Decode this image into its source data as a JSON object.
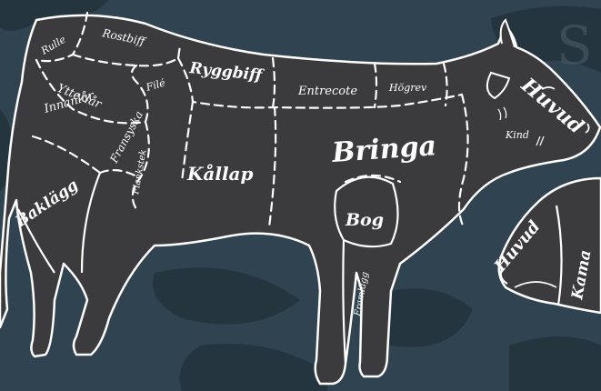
{
  "colors": {
    "background": "#2f4450",
    "texture": "#1c2a31",
    "animal_fill": "#3b3b3d",
    "outline": "#ffffff"
  },
  "cow": {
    "cuts": {
      "rulle": "Rulle",
      "rostbiff": "Rostbiff",
      "file": "Filé",
      "ryggbiff": "Ryggbiff",
      "entrecote": "Entrecote",
      "hogrev": "Högrev",
      "huvud": "Huvud",
      "kind": "Kind",
      "ytterlar": "Ytterlår",
      "innanlar": "Innanlår",
      "fransyska": "Fransyska",
      "flankstek": "Flankstek",
      "kallap": "Kållap",
      "bringa": "Bringa",
      "baklagg": "Baklägg",
      "bog": "Bog",
      "framlagg": "Framlägg"
    }
  },
  "pig": {
    "cuts": {
      "huvud": "Huvud",
      "kama": "Kama"
    }
  },
  "watermark_fragment": "S"
}
